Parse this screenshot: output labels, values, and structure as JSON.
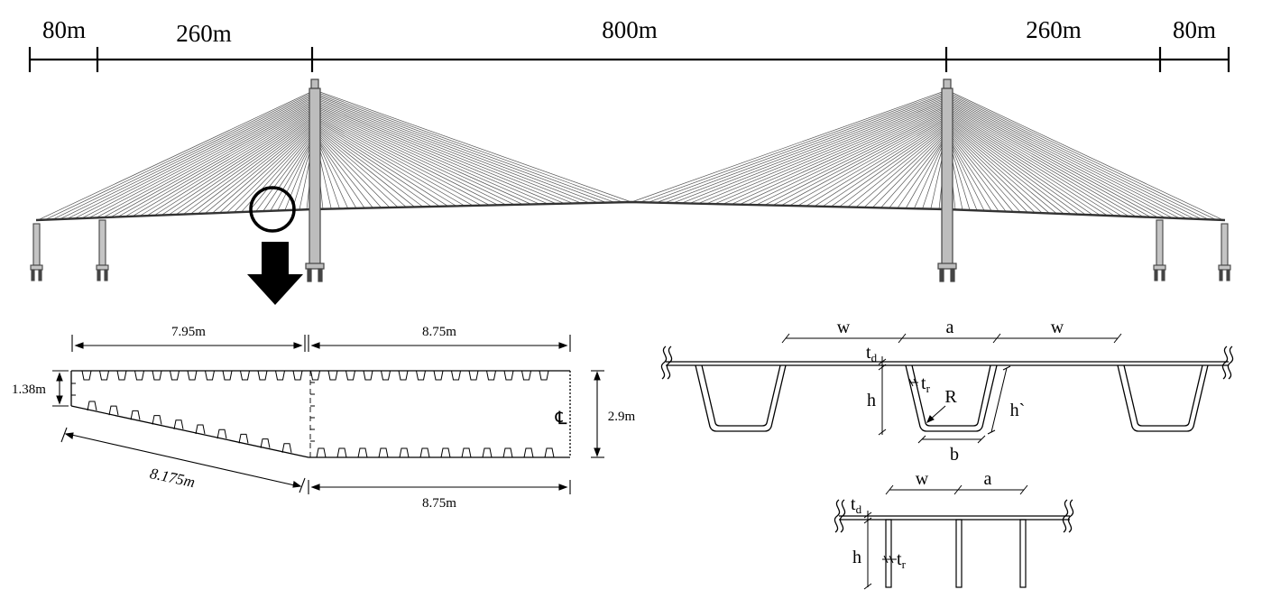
{
  "spans": {
    "left_end": "80m",
    "left_side": "260m",
    "main": "800m",
    "right_side": "260m",
    "right_end": "80m"
  },
  "section": {
    "half_top_width": "7.95m",
    "right_top_width": "8.75m",
    "right_bottom_width": "8.75m",
    "edge_height": "1.38m",
    "depth": "2.9m",
    "sloped_bottom": "8.175m",
    "centerline": "℄"
  },
  "trough_detail": {
    "w_left": "w",
    "a": "a",
    "w_right": "w",
    "td_main": "t",
    "td_sub": "d",
    "tr_main": "t",
    "tr_sub": "r",
    "h": "h",
    "h_prime": "h`",
    "R": "R",
    "b": "b"
  },
  "flat_detail": {
    "w": "w",
    "a": "a",
    "td_main": "t",
    "td_sub": "d",
    "h": "h",
    "tr_main": "t",
    "tr_sub": "r"
  }
}
